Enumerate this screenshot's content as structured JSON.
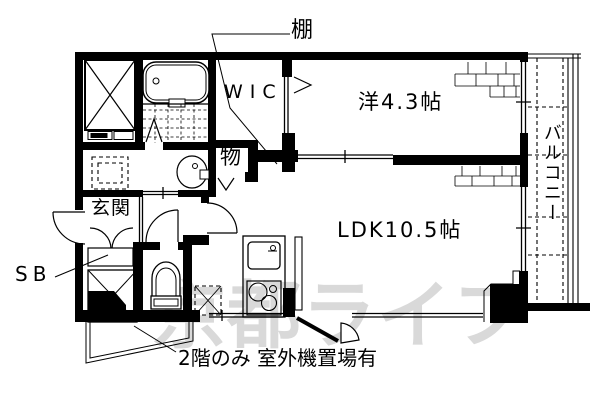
{
  "floorplan": {
    "labels": {
      "shelf": "棚",
      "wic": "WIC",
      "western_room": "洋4.3帖",
      "balcony": "バルコニー",
      "storage": "物",
      "entrance": "玄関",
      "shoe_box": "SB",
      "ldk": "LDK10.5帖",
      "note": "2階のみ 室外機置場有"
    },
    "watermark": "京都ライフ",
    "colors": {
      "line": "#000000",
      "background": "#ffffff",
      "watermark": "#d9d9d9"
    }
  }
}
